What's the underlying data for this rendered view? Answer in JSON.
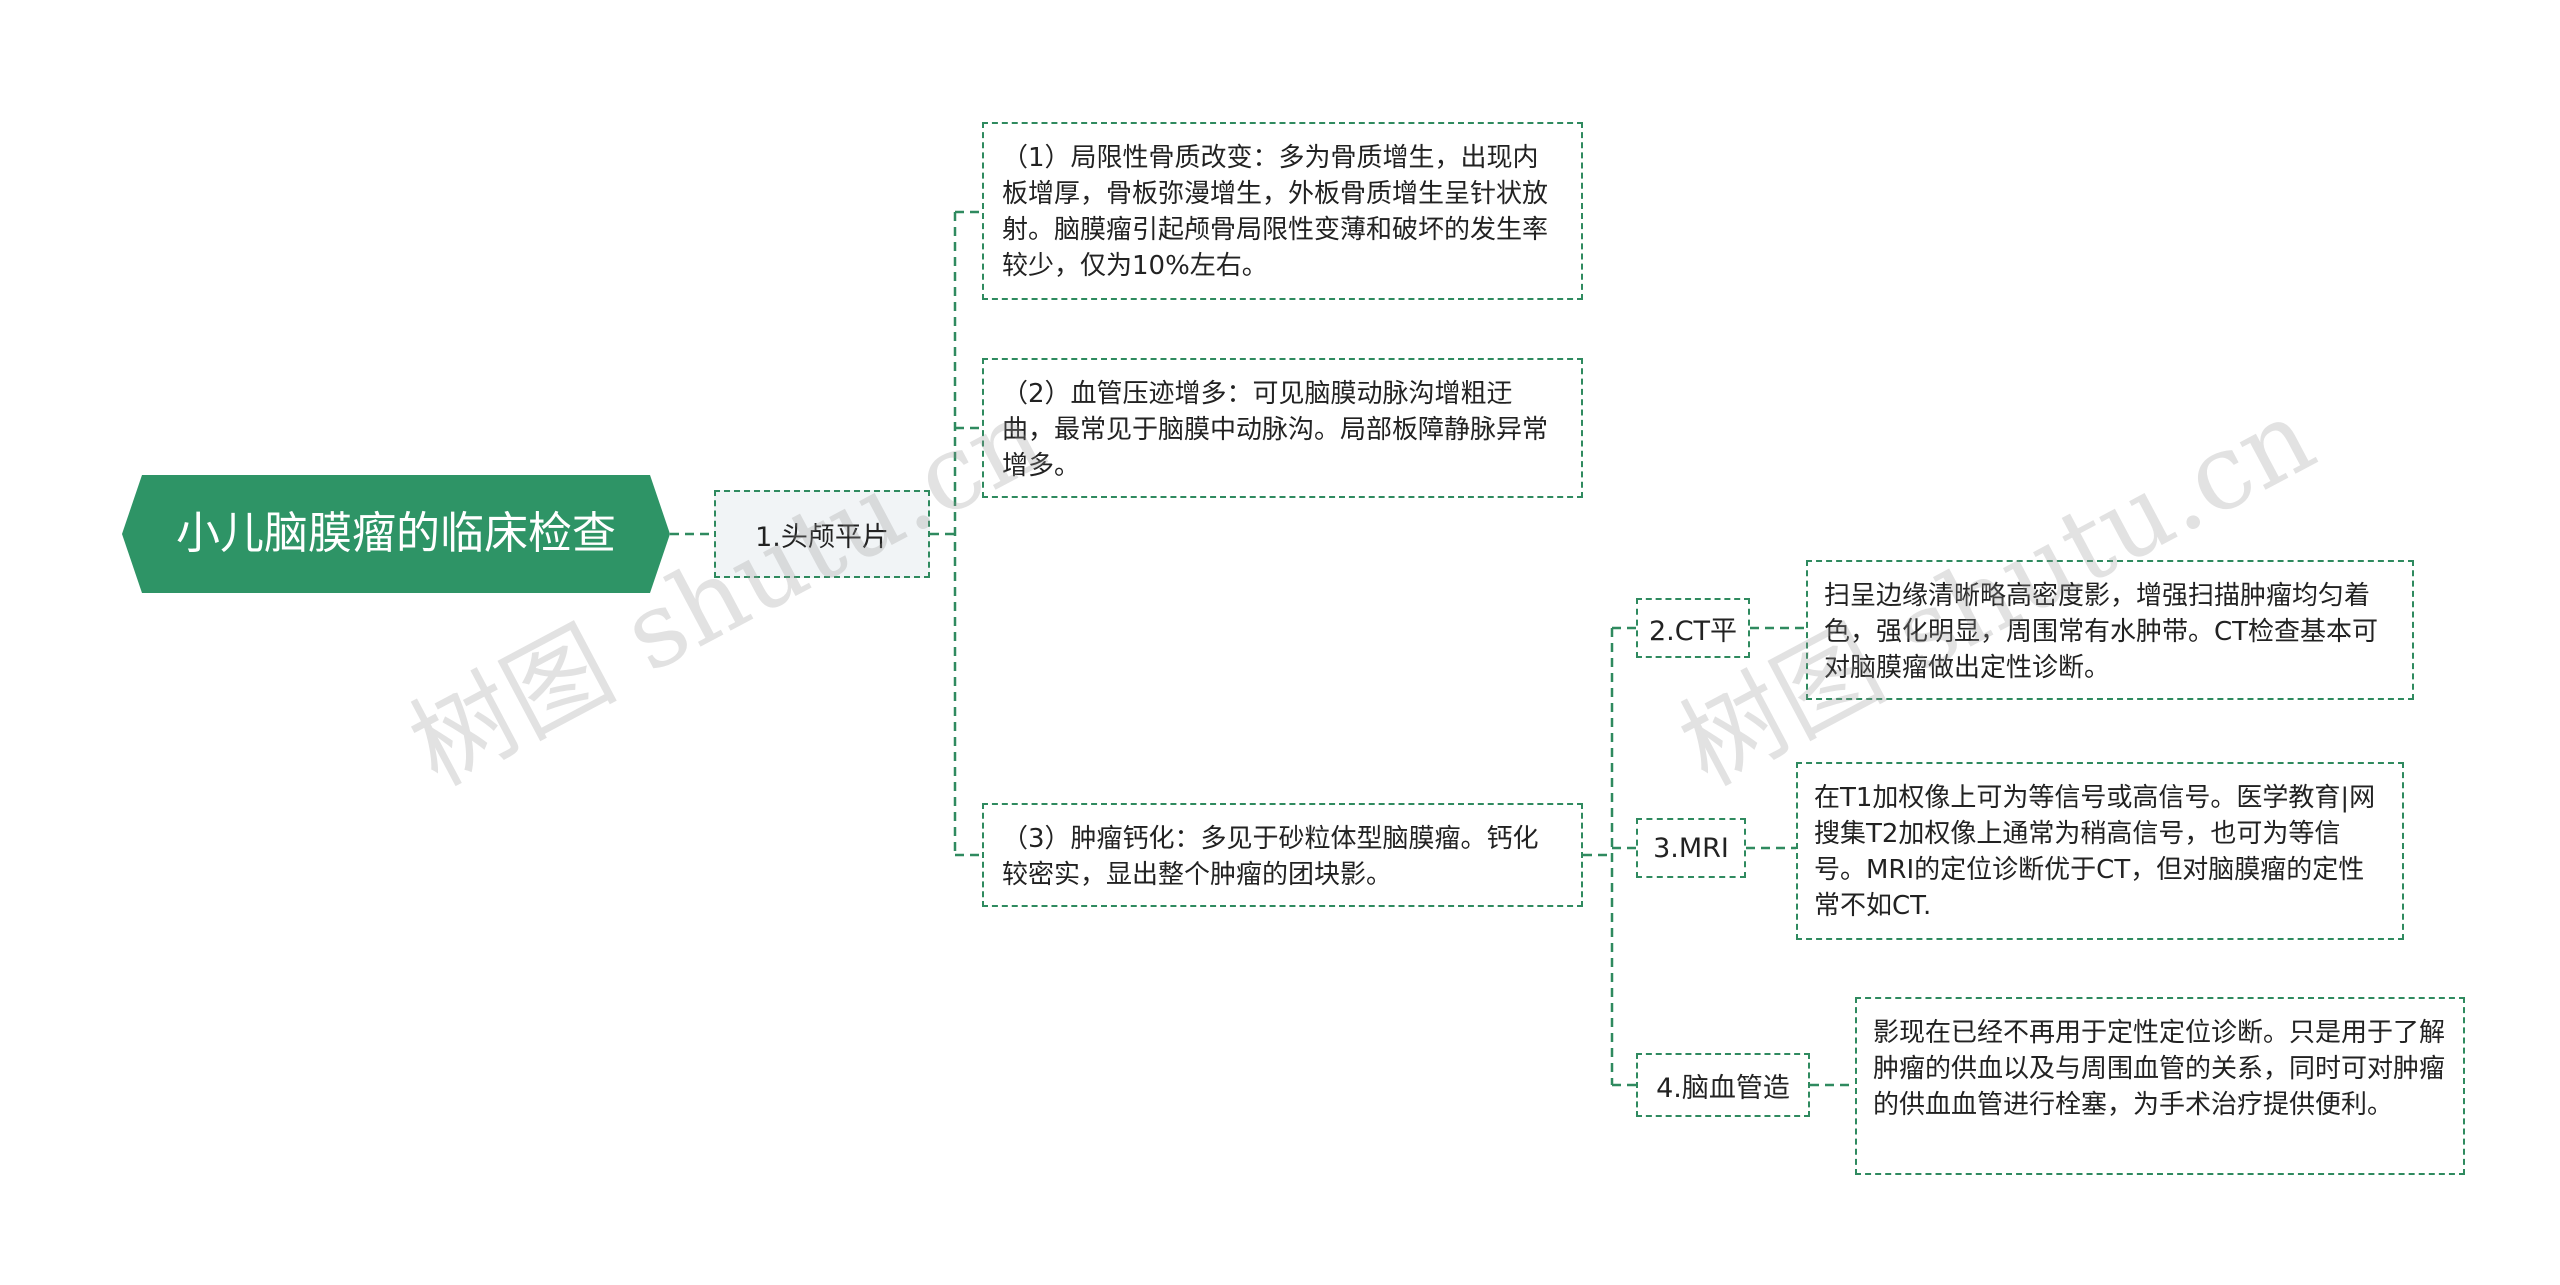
{
  "colors": {
    "root_fill": "#2e9466",
    "line": "#2f8a5f",
    "border": "#2f8a5f",
    "branch_fill": "#f1f4f6"
  },
  "mindmap": {
    "root": "小儿脑膜瘤的临床检查",
    "branch_1": {
      "label": "1.头颅平片",
      "items": [
        "（1）局限性骨质改变：多为骨质增生，出现内板增厚，骨板弥漫增生，外板骨质增生呈针状放射。脑膜瘤引起颅骨局限性变薄和破坏的发生率较少，仅为10%左右。",
        "（2）血管压迹增多：可见脑膜动脉沟增粗迂曲，最常见于脑膜中动脉沟。局部板障静脉异常增多。",
        "（3）肿瘤钙化：多见于砂粒体型脑膜瘤。钙化较密实，显出整个肿瘤的团块影。"
      ]
    },
    "sub_branches": [
      {
        "label": "2.CT平",
        "detail": "扫呈边缘清晰略高密度影，增强扫描肿瘤均匀着色，强化明显，周围常有水肿带。CT检查基本可对脑膜瘤做出定性诊断。"
      },
      {
        "label": "3.MRI",
        "detail": "在T1加权像上可为等信号或高信号。医学教育|网搜集T2加权像上通常为稍高信号，也可为等信号。MRI的定位诊断优于CT，但对脑膜瘤的定性常不如CT."
      },
      {
        "label": "4.脑血管造",
        "detail": "影现在已经不再用于定性定位诊断。只是用于了解肿瘤的供血以及与周围血管的关系，同时可对肿瘤的供血血管进行栓塞，为手术治疗提供便利。"
      }
    ]
  },
  "watermarks": [
    "树图 shutu.cn",
    "树图 shutu.cn"
  ]
}
